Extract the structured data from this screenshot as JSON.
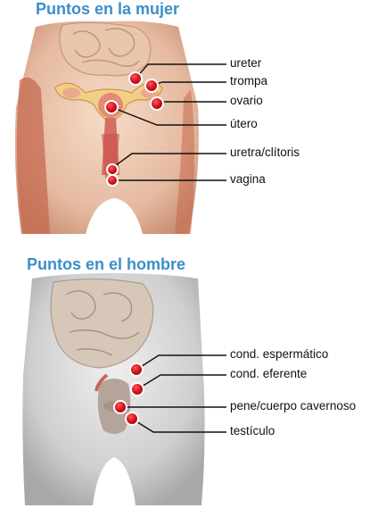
{
  "women": {
    "title": "Puntos en la mujer",
    "labels": [
      "ureter",
      "trompa",
      "ovario",
      "útero",
      "uretra/clítoris",
      "vagina"
    ]
  },
  "men": {
    "title": "Puntos en el hombre",
    "labels": [
      "cond. espermático",
      "cond. eferente",
      "pene/cuerpo cavernoso",
      "testículo"
    ]
  },
  "colors": {
    "title": "#3a8fc9",
    "marker": "#d9141e",
    "marker_ring": "#ffffff",
    "leader_line": "#111111"
  }
}
